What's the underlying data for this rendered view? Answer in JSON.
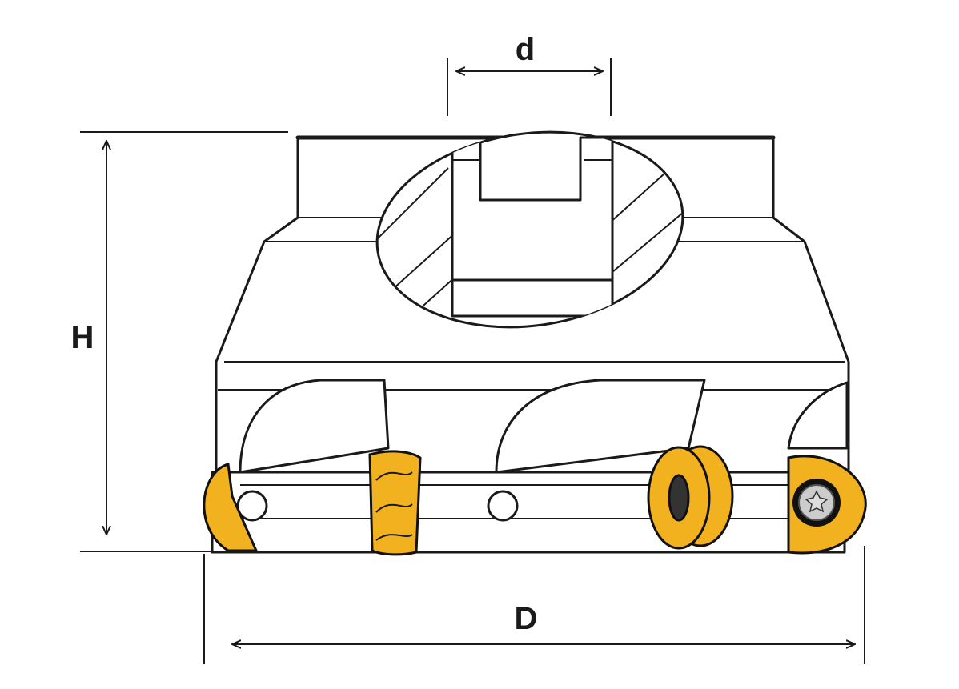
{
  "labels": {
    "bore_diameter": "d",
    "height": "H",
    "cutter_diameter": "D"
  },
  "colors": {
    "insert": "#F2B11E",
    "line": "#1a1a1a"
  }
}
